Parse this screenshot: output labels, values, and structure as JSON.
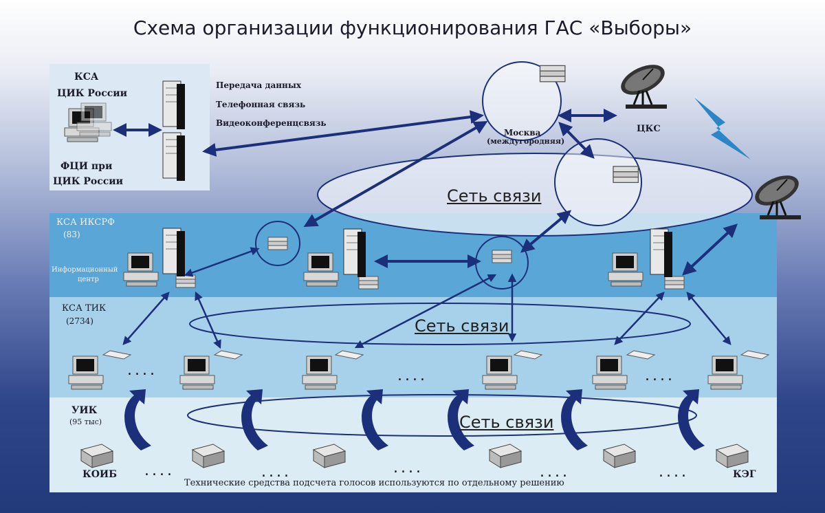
{
  "title": "Схема организации функционирования ГАС «Выборы»",
  "top_box": {
    "ksa": "КСА",
    "cik": "ЦИК России",
    "fci": "ФЦИ при",
    "cik2": "ЦИК России"
  },
  "services": [
    "Передача данных",
    "Телефонная связь",
    "Видеоконференцсвязь"
  ],
  "moscow": "Москва",
  "moscow_sub": "(междугородняя)",
  "cks": "ЦКС",
  "network_label": "Сеть связи",
  "ikrf": {
    "title": "КСА ИКСРФ",
    "count": "(83)",
    "center1": "Информационный",
    "center2": "центр"
  },
  "tik": {
    "title": "КСА ТИК",
    "count": "(2734)"
  },
  "uik": {
    "title": "УИК",
    "count": "(95 тыс)"
  },
  "koib": "КОИБ",
  "keg": "КЭГ",
  "dots": "....",
  "footer": "Технические средства подсчета голосов используются по отдельному решению",
  "colors": {
    "band1": "#5aa6d6",
    "band2": "#a7d1ea",
    "band3": "#dcecf5",
    "arrow": "#1b2f7a",
    "lightning": "#2b86c5"
  }
}
